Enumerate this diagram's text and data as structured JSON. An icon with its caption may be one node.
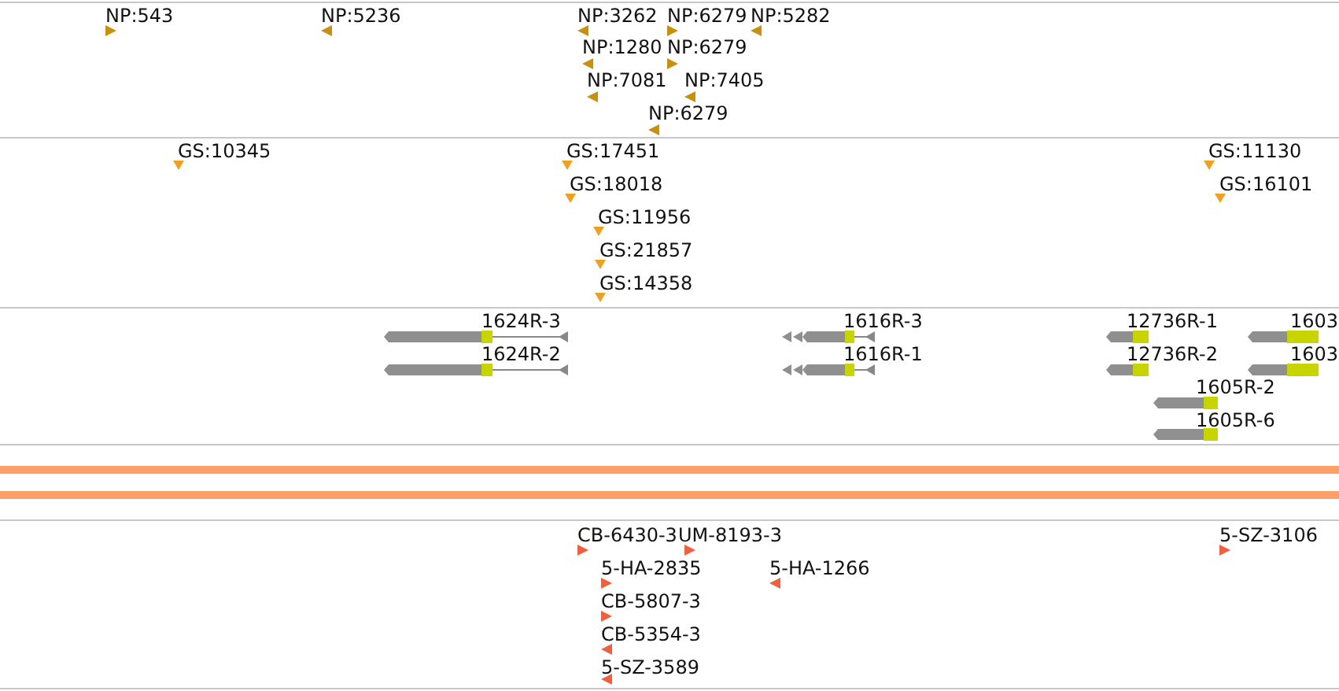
{
  "diagram": {
    "labels": [
      "NP:543",
      "NP:5236",
      "NP:3262",
      "NP:6279",
      "NP:5282",
      "NP:1280",
      "NP:6279",
      "NP:7081",
      "NP:7405",
      "NP:6279",
      "GS:10345",
      "GS:17451",
      "GS:11130",
      "GS:18018",
      "GS:16101",
      "GS:11956",
      "GS:21857",
      "GS:14358",
      "1624R-3",
      "1616R-3",
      "12736R-1",
      "1603",
      "1624R-2",
      "1616R-1",
      "12736R-2",
      "1603",
      "1605R-2",
      "1605R-6",
      "CB-6430-3",
      "UM-8193-3",
      "5-SZ-3106",
      "5-HA-2835",
      "5-HA-1266",
      "CB-5807-3",
      "CB-5354-3",
      "5-SZ-3589"
    ]
  }
}
